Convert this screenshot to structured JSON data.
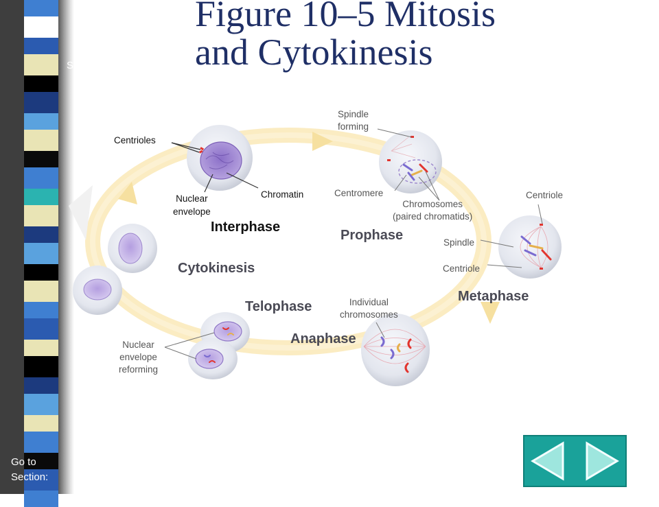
{
  "title_line1": "Figure 10–5 Mitosis",
  "title_line2": "and Cytokinesis",
  "side_letter": "S",
  "goto_line1": "Go to",
  "goto_line2": "Section:",
  "labels": {
    "centrioles": "Centrioles",
    "nuclear_envelope_1": "Nuclear",
    "nuclear_envelope_2": "envelope",
    "chromatin": "Chromatin",
    "spindle_forming_1": "Spindle",
    "spindle_forming_2": "forming",
    "centromere": "Centromere",
    "chromosomes_1": "Chromosomes",
    "chromosomes_2": "(paired chromatids)",
    "centriole_top": "Centriole",
    "spindle": "Spindle",
    "centriole_bottom": "Centriole",
    "individual_1": "Individual",
    "individual_2": "chromosomes",
    "reforming_1": "Nuclear",
    "reforming_2": "envelope",
    "reforming_3": "reforming"
  },
  "phases": {
    "interphase": "Interphase",
    "prophase": "Prophase",
    "metaphase": "Metaphase",
    "anaphase": "Anaphase",
    "telophase": "Telophase",
    "cytokinesis": "Cytokinesis"
  },
  "nav": {
    "back_icon": "back-arrow-icon",
    "forward_icon": "forward-arrow-icon",
    "button_color": "#1aa29a"
  },
  "colors": {
    "title": "#1f2f66",
    "cycle_ring": "#fbe9b2",
    "cell": "#e4e7ee",
    "nucleus": "#a58fd0",
    "chromosome_red": "#e2352f"
  }
}
